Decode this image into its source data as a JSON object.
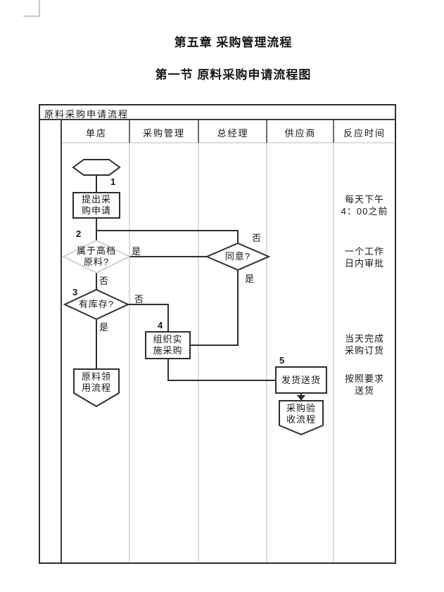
{
  "page": {
    "chapter_heading": "第五章 采购管理流程",
    "section_heading": "第一节 原料采购申请流程图"
  },
  "table": {
    "title": "原料采购申请流程",
    "lane_headers": [
      "单店",
      "采购管理",
      "总经理",
      "供应商",
      "反应时间"
    ]
  },
  "flowchart": {
    "step_numbers": [
      "1",
      "2",
      "3",
      "4",
      "5"
    ],
    "nodes": {
      "start": "",
      "submit_request": "提出采\n购申请",
      "is_premium_material": "属于高档\n原料?",
      "approve": "同意?",
      "in_stock": "有库存?",
      "organize_purchase": "组织实\n施采购",
      "ship_deliver": "发货送货",
      "material_requisition_process": "原料领\n用流程",
      "purchase_acceptance_process": "采购验\n收流程"
    },
    "edge_labels": {
      "premium_yes": "是",
      "premium_no": "否",
      "approve_no": "否",
      "approve_yes": "是",
      "stock_no": "否",
      "stock_yes": "是"
    },
    "colors": {
      "line": "#2e2e2e",
      "faint_shape": "#c4c4c4",
      "grid_light": "#b9b9b9",
      "grid_dark": "#3c3c3c"
    }
  },
  "response_times": [
    "每天下午\n4：00之前",
    "一个工作\n日内审批",
    "当天完成\n采购订货",
    "按照要求\n送货"
  ]
}
